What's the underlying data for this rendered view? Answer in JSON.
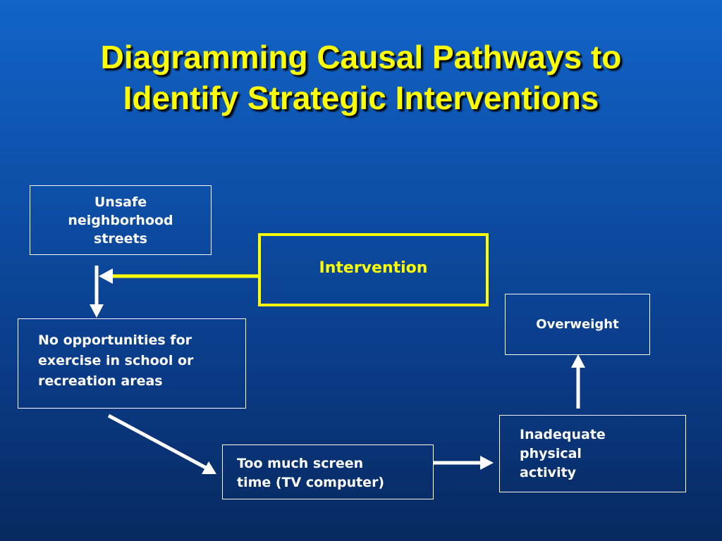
{
  "title": {
    "line1": "Diagramming Causal Pathways to",
    "line2": "Identify Strategic Interventions"
  },
  "nodes": {
    "unsafe": {
      "line1": "Unsafe",
      "line2": "neighborhood",
      "line3": "streets"
    },
    "no_opportunities": {
      "line1": "No opportunities for",
      "line2": "exercise in school or",
      "line3": "recreation areas"
    },
    "screen_time": {
      "line1": "Too much screen",
      "line2": "time (TV computer)"
    },
    "inadequate": {
      "line1": "Inadequate",
      "line2": "physical",
      "line3": "activity"
    },
    "overweight": {
      "label": "Overweight"
    },
    "intervention": {
      "label": "Intervention"
    }
  },
  "colors": {
    "title": "#ffff00",
    "intervention": "#ffff00",
    "box_border": "#ffffff",
    "arrow": "#ffffff",
    "background_top": "#1264c8",
    "background_bottom": "#07295f"
  }
}
